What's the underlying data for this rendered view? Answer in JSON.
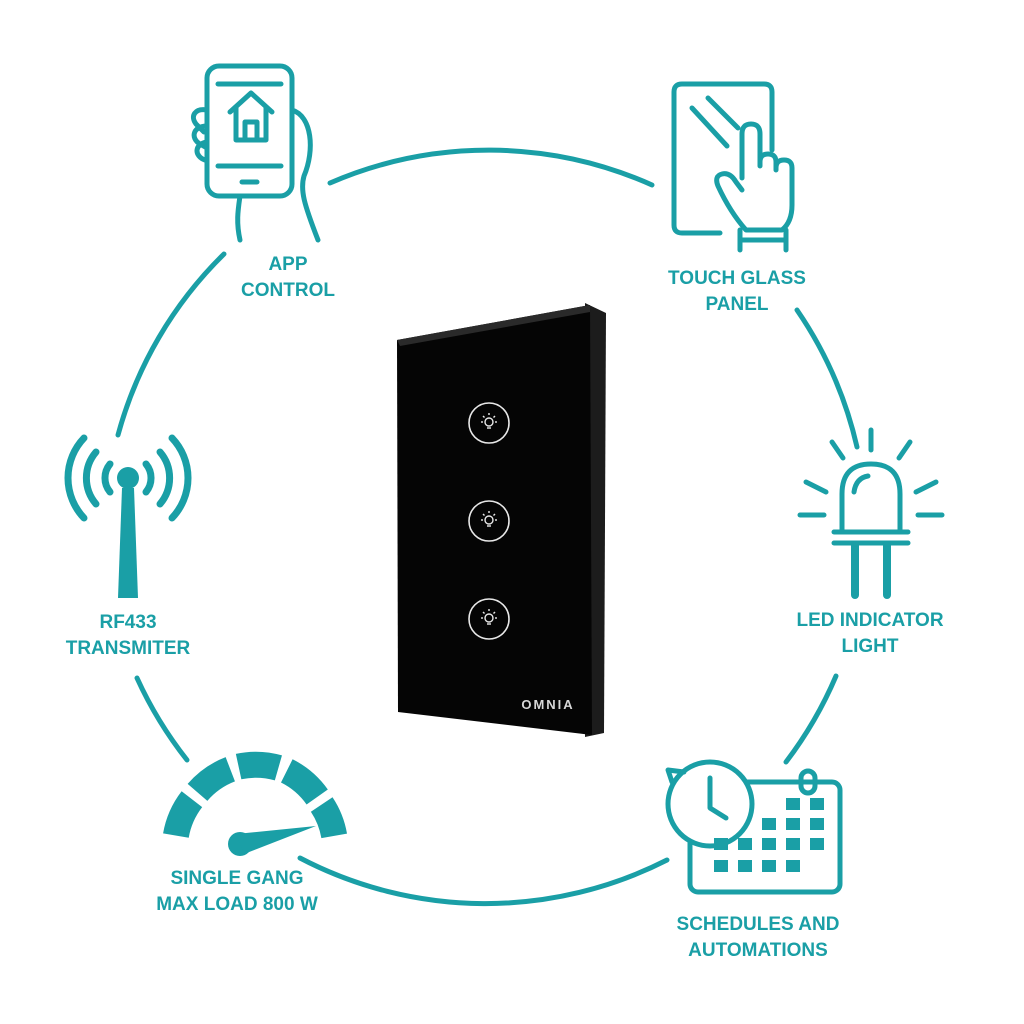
{
  "colors": {
    "accent": "#1a9fa6",
    "panel": "#050505",
    "panel_edge": "#1c1c1c",
    "button_ring": "#e8e8e8",
    "background": "#ffffff"
  },
  "product": {
    "brand": "OMNIA",
    "touch_buttons": [
      {
        "icon": "light-bulb-icon"
      },
      {
        "icon": "light-bulb-icon"
      },
      {
        "icon": "light-bulb-icon"
      }
    ]
  },
  "features": [
    {
      "id": "app",
      "icon": "smartphone-home-icon",
      "lines": [
        "APP",
        "CONTROL"
      ]
    },
    {
      "id": "touch",
      "icon": "touch-glass-icon",
      "lines": [
        "TOUCH GLASS",
        "PANEL"
      ]
    },
    {
      "id": "led",
      "icon": "led-icon",
      "lines": [
        "LED INDICATOR",
        "LIGHT"
      ]
    },
    {
      "id": "sched",
      "icon": "clock-calendar-icon",
      "lines": [
        "SCHEDULES AND",
        "AUTOMATIONS"
      ]
    },
    {
      "id": "gang",
      "icon": "gauge-icon",
      "lines": [
        "SINGLE GANG",
        "MAX LOAD 800 W"
      ]
    },
    {
      "id": "rf",
      "icon": "radio-antenna-icon",
      "lines": [
        "RF433",
        "TRANSMITER"
      ]
    }
  ]
}
